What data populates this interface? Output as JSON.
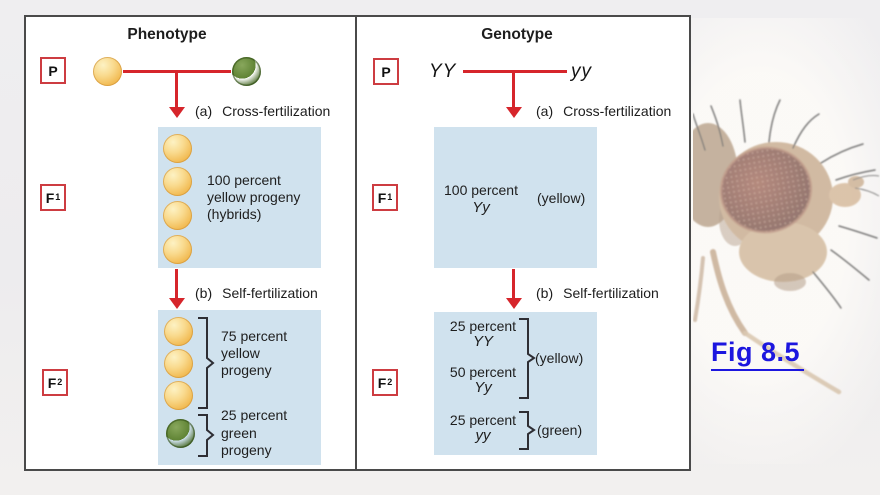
{
  "slide": {
    "figure_link": "Fig 8.5"
  },
  "columns": {
    "phenotype": {
      "title": "Phenotype",
      "f1_lines": [
        "100 percent",
        "yellow progeny",
        "(hybrids)"
      ],
      "f2_yellow_lines": [
        "75 percent",
        "yellow",
        "progeny"
      ],
      "f2_green_lines": [
        "25 percent",
        "green",
        "progeny"
      ]
    },
    "genotype": {
      "title": "Genotype",
      "parent_left": "YY",
      "parent_right": "yy",
      "f1_lines": [
        "100 percent",
        "Yy"
      ],
      "f1_note": "(yellow)",
      "f2_rows": [
        [
          "25 percent",
          "YY"
        ],
        [
          "50 percent",
          "Yy"
        ],
        [
          "25 percent",
          "yy"
        ]
      ],
      "f2_yellow_note": "(yellow)",
      "f2_green_note": "(green)"
    }
  },
  "generation_labels": {
    "p": "P",
    "f": "F",
    "f1_sub": "1",
    "f2_sub": "2"
  },
  "steps": {
    "a_prefix": "(a)",
    "a_label": "Cross-fertilization",
    "b_prefix": "(b)",
    "b_label": "Self-fertilization"
  },
  "colors": {
    "accent_red": "#d6252b",
    "label_box_red": "#cd3c41",
    "panel_blue": "#d0e2ee",
    "link_blue": "#1c16df",
    "pea_yellow": "#f2bc55",
    "pea_green": "#5f8334",
    "border_gray": "#4a4a4a"
  },
  "icons": {
    "yellow_pea": "css-radial-circle",
    "green_pea": "css-radial-circle",
    "down_arrow": "css-triangle",
    "bracket": "svg-path",
    "fruit_fly": "svg-illustration"
  }
}
